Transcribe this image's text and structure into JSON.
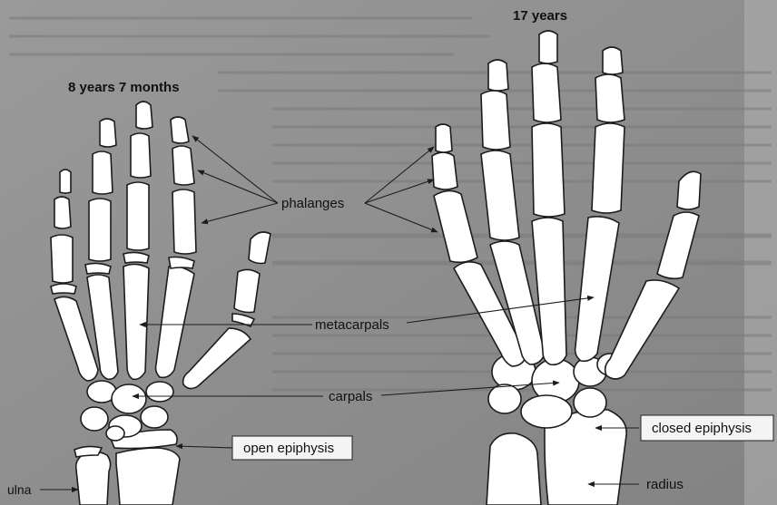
{
  "titles": {
    "left": "8 years 7 months",
    "right": "17 years"
  },
  "labels": {
    "phalanges": "phalanges",
    "metacarpals": "metacarpals",
    "carpals": "carpals",
    "open_epiphysis": "open epiphysis",
    "closed_epiphysis": "closed epiphysis",
    "radius": "radius",
    "ulna": "ulna"
  }
}
